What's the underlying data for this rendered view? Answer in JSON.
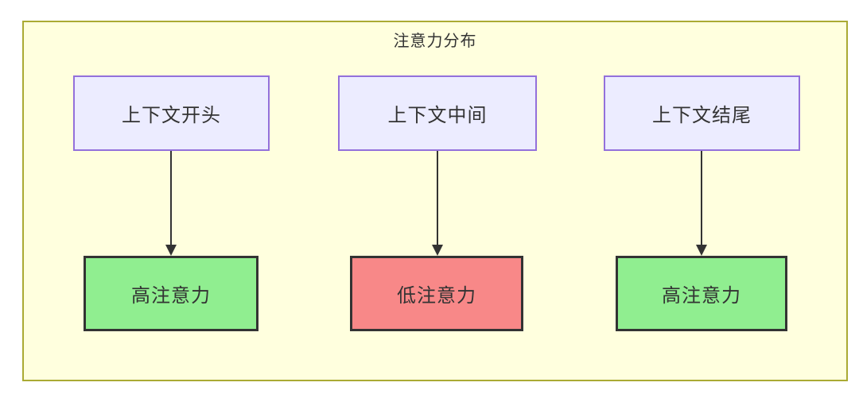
{
  "diagram": {
    "title": "注意力分布",
    "colors": {
      "container_fill": "#FFFFDE",
      "container_border": "#AAAA33",
      "source_fill": "#ECECFF",
      "source_border": "#9370DB",
      "high_fill": "#90EE90",
      "low_fill": "#F88888",
      "result_border": "#333333",
      "arrow": "#333333",
      "text": "#333333"
    },
    "columns": [
      {
        "source": "上下文开头",
        "result": "高注意力",
        "level": "high"
      },
      {
        "source": "上下文中间",
        "result": "低注意力",
        "level": "low"
      },
      {
        "source": "上下文结尾",
        "result": "高注意力",
        "level": "high"
      }
    ]
  }
}
